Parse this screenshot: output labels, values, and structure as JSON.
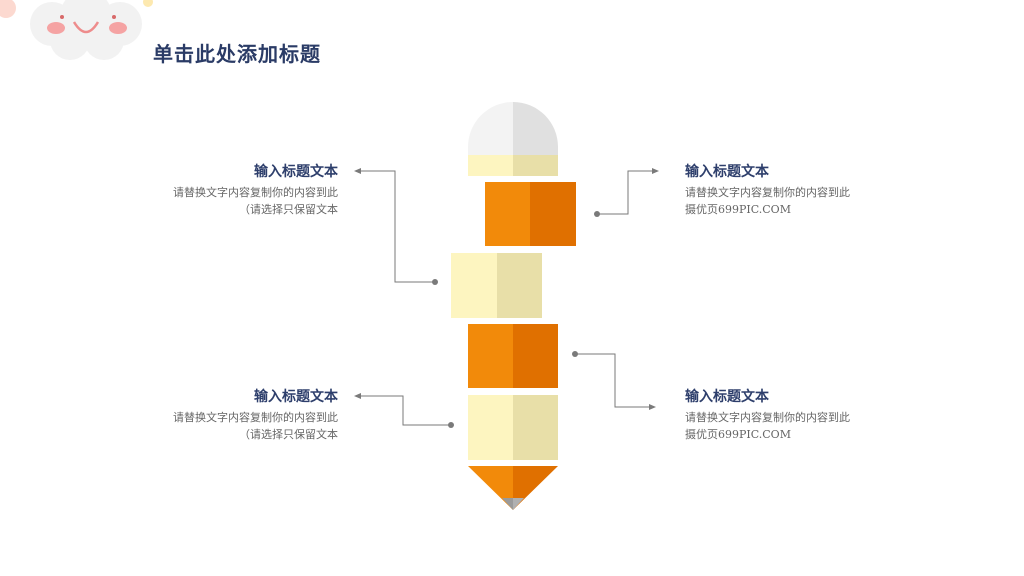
{
  "slide": {
    "title": "单击此处添加标题"
  },
  "items": [
    {
      "heading": "输入标题文本",
      "line1": "请替换文字内容复制你的内容到此",
      "line2": "（请选择只保留文本"
    },
    {
      "heading": "输入标题文本",
      "line1": "请替换文字内容复制你的内容到此",
      "line2": "（请选择只保留文本"
    },
    {
      "heading": "输入标题文本",
      "line1": "请替换文字内容复制你的内容到此",
      "line2": "摄优页699PIC.COM"
    },
    {
      "heading": "输入标题文本",
      "line1": "请替换文字内容复制你的内容到此",
      "line2": "摄优页699PIC.COM"
    }
  ],
  "colors": {
    "title": "#2a3b66",
    "orange": "#f28a0a",
    "orange_dark": "#e07000",
    "cream": "#fdf5c0",
    "cream_dark": "#e8dfa8",
    "eraser": "#f3f3f3",
    "eraser_dark": "#e0e0e0",
    "connector": "#7a7a7a"
  }
}
